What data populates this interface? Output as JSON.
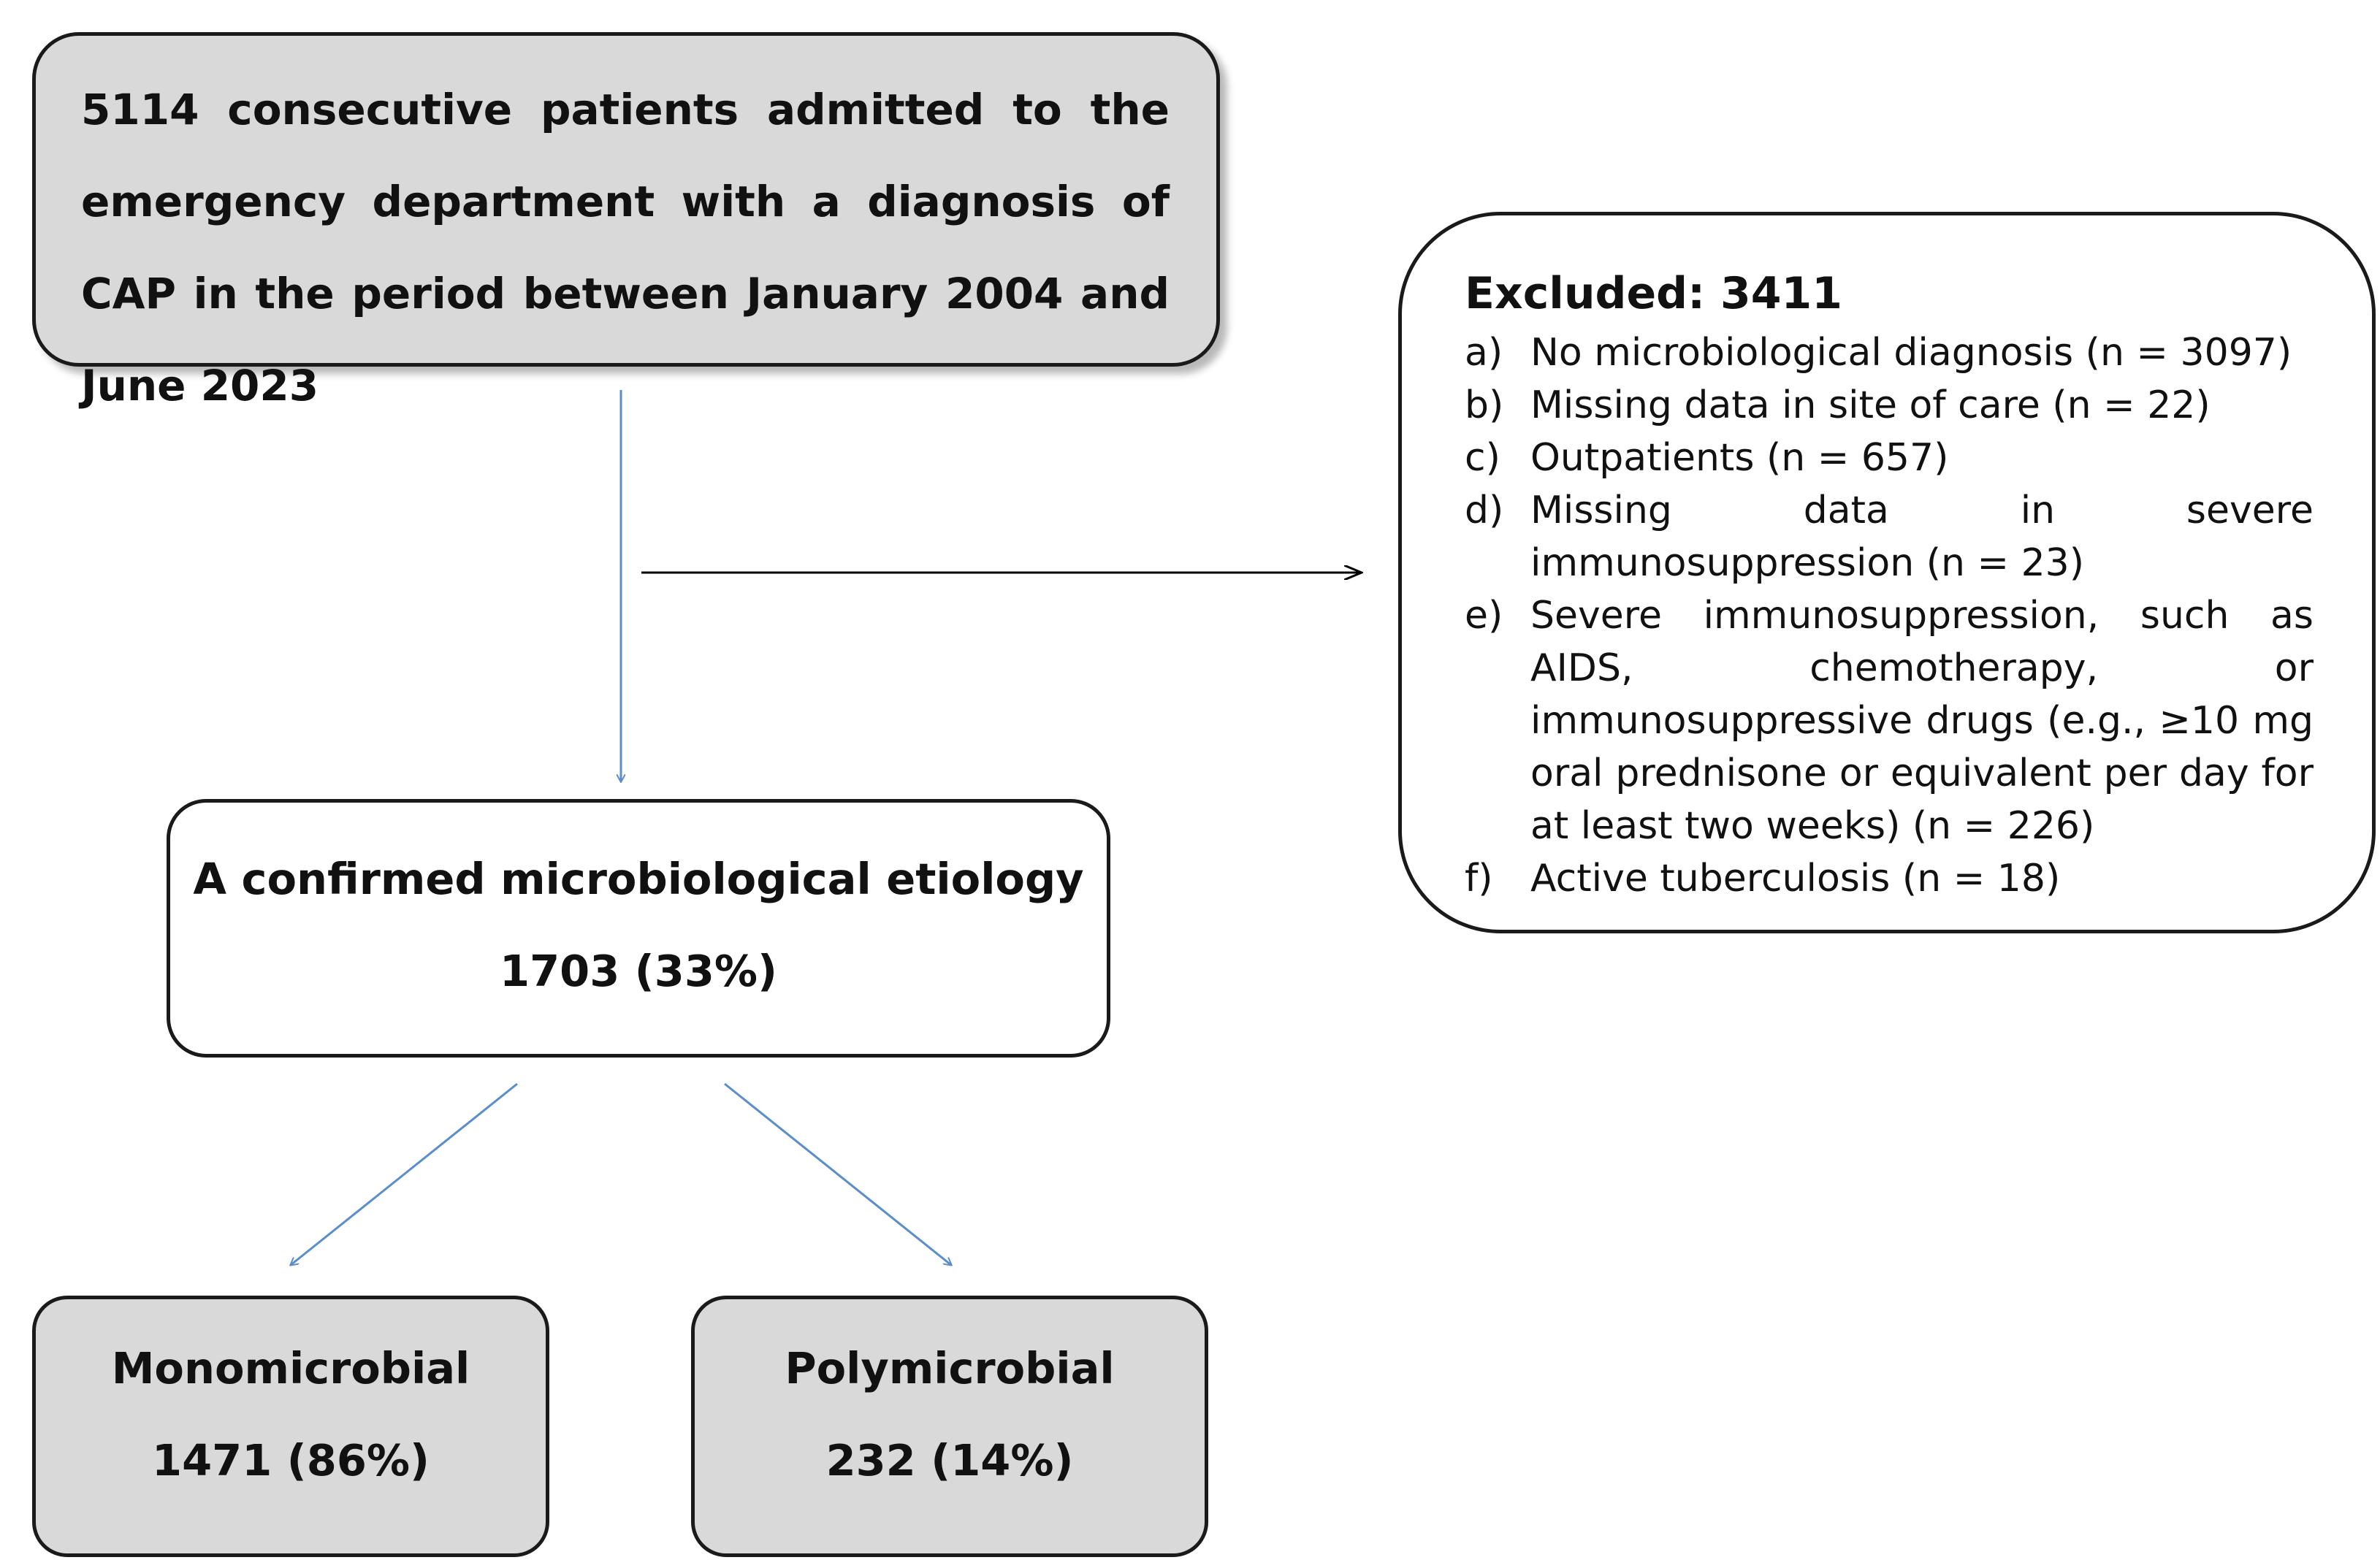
{
  "total_box": {
    "text": "5114 consecutive patients admitted to the emergency department with a diagnosis of CAP in the period between January 2004 and June 2023"
  },
  "excluded_box": {
    "title": "Excluded: 3411",
    "items": [
      {
        "letter": "a)",
        "text": "No microbiological diagnosis (n = 3097)"
      },
      {
        "letter": "b)",
        "text": "Missing data in site of care (n = 22)"
      },
      {
        "letter": "c)",
        "text": "Outpatients (n = 657)"
      },
      {
        "letter": "d)",
        "text": "Missing data in severe immunosuppression (n = 23)"
      },
      {
        "letter": "e)",
        "text": "Severe immunosuppression, such as AIDS, chemotherapy, or immunosuppressive drugs (e.g., ≥10 mg oral prednisone or equivalent per day for at least two weeks) (n = 226)"
      },
      {
        "letter": "f)",
        "text": "Active tuberculosis (n = 18)"
      }
    ]
  },
  "confirmed_box": {
    "label": "A confirmed microbiological etiology",
    "value": "1703 (33%)"
  },
  "mono_box": {
    "label": "Monomicrobial",
    "value": "1471 (86%)"
  },
  "poly_box": {
    "label": "Polymicrobial",
    "value": "232 (14%)"
  },
  "colors": {
    "grey_fill": "#d9d9d9",
    "blue_arrow": "#5b8dc9",
    "black_arrow": "#000000"
  }
}
